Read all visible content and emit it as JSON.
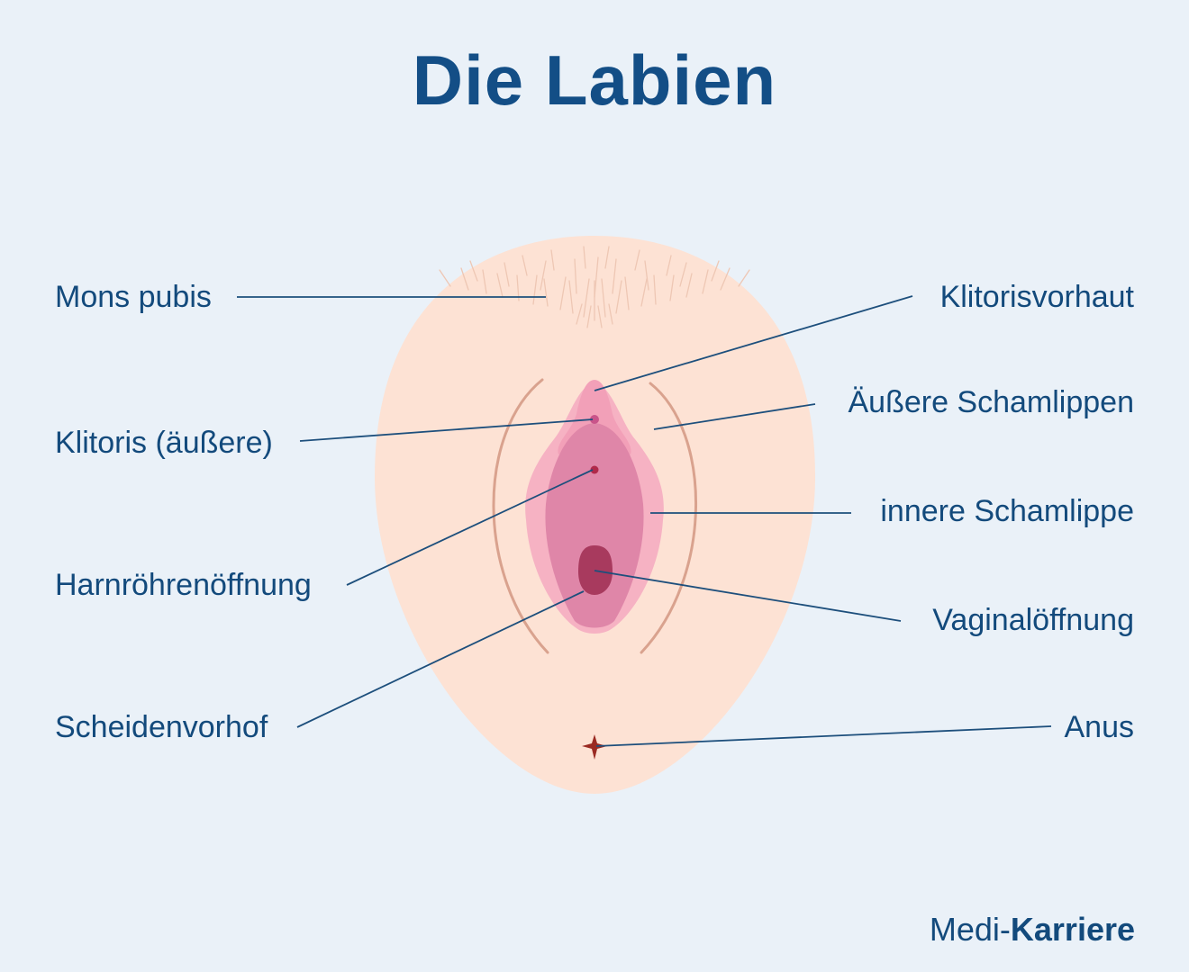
{
  "title": "Die Labien",
  "labels_left": {
    "mons_pubis": "Mons pubis",
    "klitoris": "Klitoris (äußere)",
    "harnroehrenoeffnung": "Harnröhrenöffnung",
    "scheidenvorhof": "Scheidenvorhof"
  },
  "labels_right": {
    "klitorisvorhaut": "Klitorisvorhaut",
    "aeussere_schamlippen": "Äußere Schamlippen",
    "innere_schamlippe": "innere Schamlippe",
    "vaginaloeffnung": "Vaginalöffnung",
    "anus": "Anus"
  },
  "brand": {
    "part1": "Medi-",
    "part2": "Karriere"
  },
  "colors": {
    "background": "#eaf1f8",
    "title": "#134e86",
    "label_text": "#134a7c",
    "leader_line": "#1d4f7c",
    "skin": "#fde2d4",
    "outer_labia_crease": "#d9a28e",
    "inner_labia": "#f6b2c3",
    "vestibule": "#df86a8",
    "vaginal_opening": "#a83a5e",
    "anus": "#9a2a22"
  }
}
